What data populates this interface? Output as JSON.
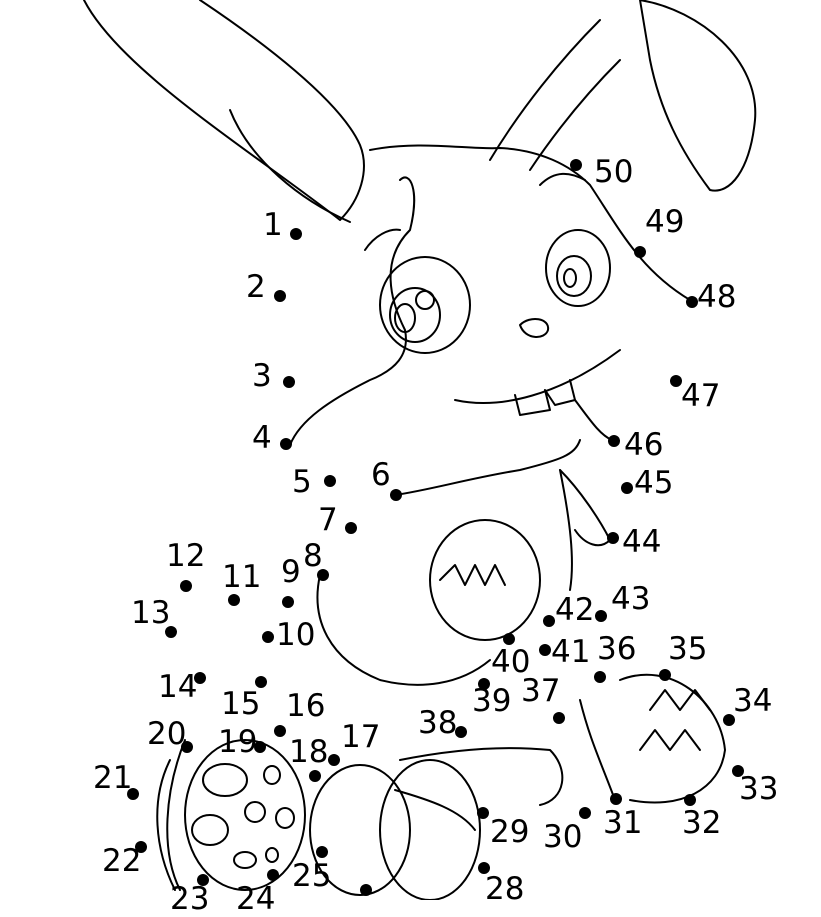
{
  "puzzle": {
    "labels": [
      "1",
      "2",
      "3",
      "4",
      "5",
      "6",
      "7",
      "8",
      "9",
      "10",
      "11",
      "12",
      "13",
      "14",
      "15",
      "16",
      "17",
      "18",
      "19",
      "20",
      "21",
      "22",
      "23",
      "24",
      "25",
      "28",
      "29",
      "30",
      "31",
      "32",
      "33",
      "34",
      "35",
      "36",
      "37",
      "38",
      "39",
      "40",
      "41",
      "42",
      "43",
      "44",
      "45",
      "46",
      "47",
      "48",
      "49",
      "50"
    ]
  }
}
